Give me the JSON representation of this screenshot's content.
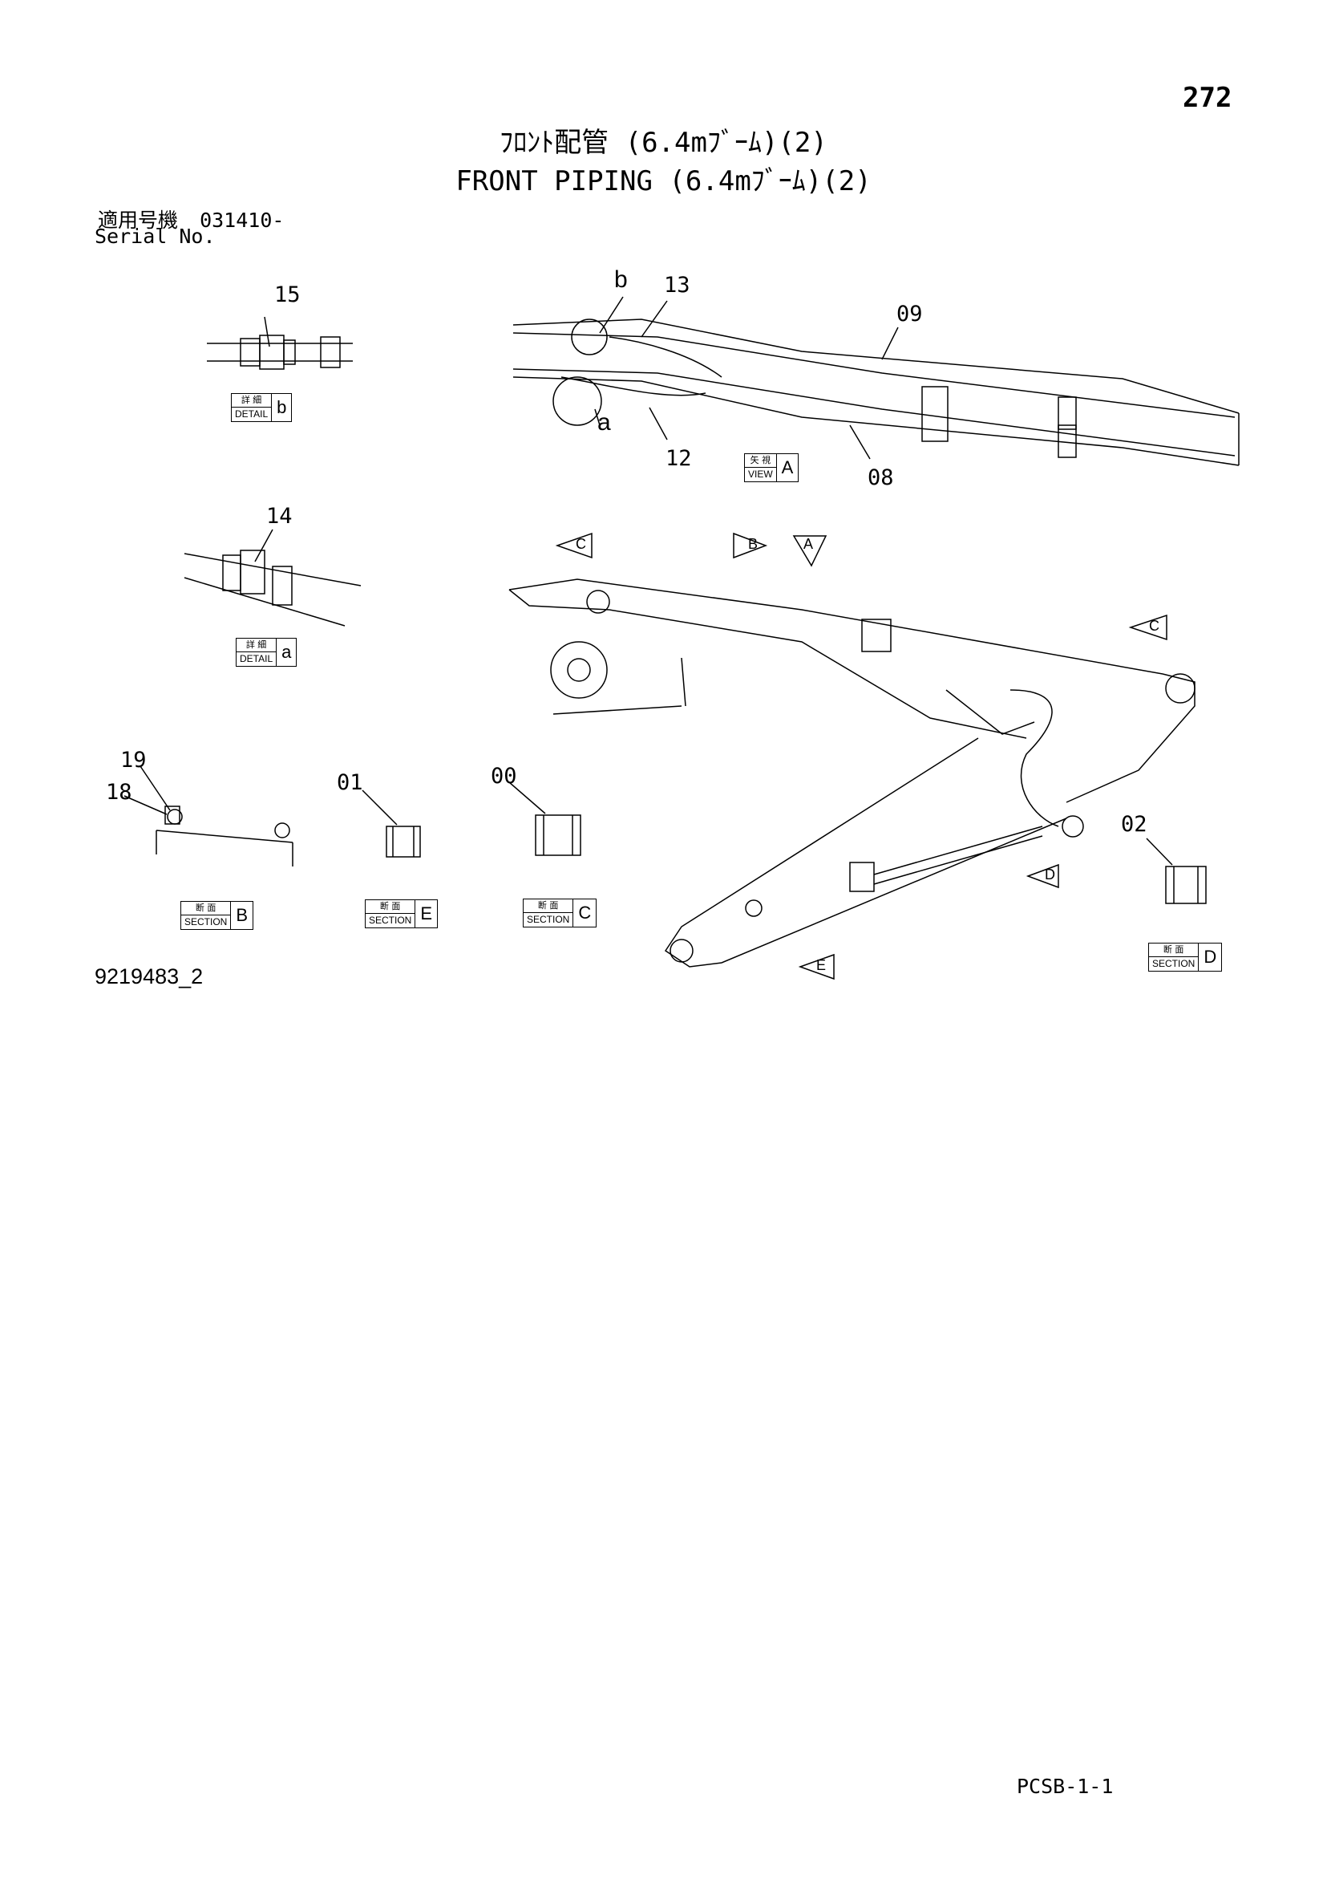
{
  "page_number": "272",
  "title_jp": "ﾌﾛﾝﾄ配管 (6.4mﾌﾞｰﾑ)(2)",
  "title_en": "FRONT PIPING (6.4mﾌﾞｰﾑ)(2)",
  "serial": {
    "label_jp": "適用号機",
    "value": "031410-",
    "label_en": "Serial No."
  },
  "part_labels": [
    "15",
    "14",
    "19",
    "18",
    "01",
    "00",
    "02",
    "13",
    "09",
    "12",
    "08"
  ],
  "letters": [
    "b",
    "a"
  ],
  "view_arrows": [
    "C",
    "B",
    "A",
    "C",
    "D",
    "E"
  ],
  "tags": [
    {
      "jp": "詳 細",
      "en": "DETAIL",
      "letter": "b"
    },
    {
      "jp": "詳 細",
      "en": "DETAIL",
      "letter": "a"
    },
    {
      "jp": "矢 視",
      "en": "VIEW",
      "letter": "A"
    },
    {
      "jp": "断 面",
      "en": "SECTION",
      "letter": "B"
    },
    {
      "jp": "断 面",
      "en": "SECTION",
      "letter": "E"
    },
    {
      "jp": "断 面",
      "en": "SECTION",
      "letter": "C"
    },
    {
      "jp": "断 面",
      "en": "SECTION",
      "letter": "D"
    }
  ],
  "drawing_number": "9219483_2",
  "code": "PCSB-1-1"
}
